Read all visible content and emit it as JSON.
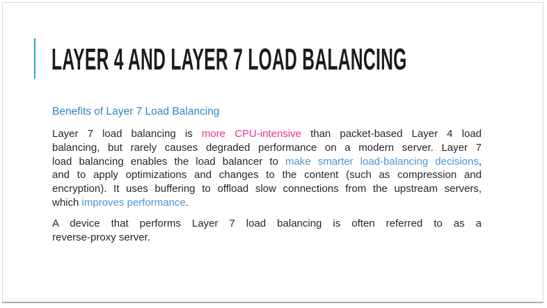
{
  "colors": {
    "title": "#1c1c1c",
    "body": "#26262a",
    "heading": "#2e86c4",
    "link": "#4796cf",
    "pink": "#e9338f",
    "bar": "#2ba3dc",
    "border": "#d8d8d8",
    "border_bottom": "#ababab"
  },
  "slide": {
    "title": "LAYER 4 AND LAYER 7 LOAD BALANCING",
    "heading": "Benefits of Layer 7 Load Balancing",
    "paragraph1": {
      "lines": [
        [
          {
            "t": "Layer 7 load balancing is "
          },
          {
            "t": "more CPU-intensive",
            "c": "pink"
          },
          {
            "t": " than packet-based Layer 4 load"
          }
        ],
        [
          {
            "t": "balancing, but rarely causes degraded performance on a modern server. Layer 7"
          }
        ],
        [
          {
            "t": "load balancing enables the load balancer to "
          },
          {
            "t": "make smarter load-balancing decisions",
            "c": "link"
          },
          {
            "t": ","
          }
        ],
        [
          {
            "t": "and to apply optimizations and changes to the content (such as compression and"
          }
        ],
        [
          {
            "t": "encryption). It uses buffering to offload slow connections from the upstream servers,"
          }
        ],
        [
          {
            "t": "which "
          },
          {
            "t": "improves performance",
            "c": "link"
          },
          {
            "t": "."
          }
        ]
      ]
    },
    "paragraph2": {
      "lines": [
        [
          {
            "t": "A device that performs Layer 7 load balancing is often referred to as a"
          }
        ],
        [
          {
            "t": "reverse-proxy server."
          }
        ]
      ]
    }
  }
}
